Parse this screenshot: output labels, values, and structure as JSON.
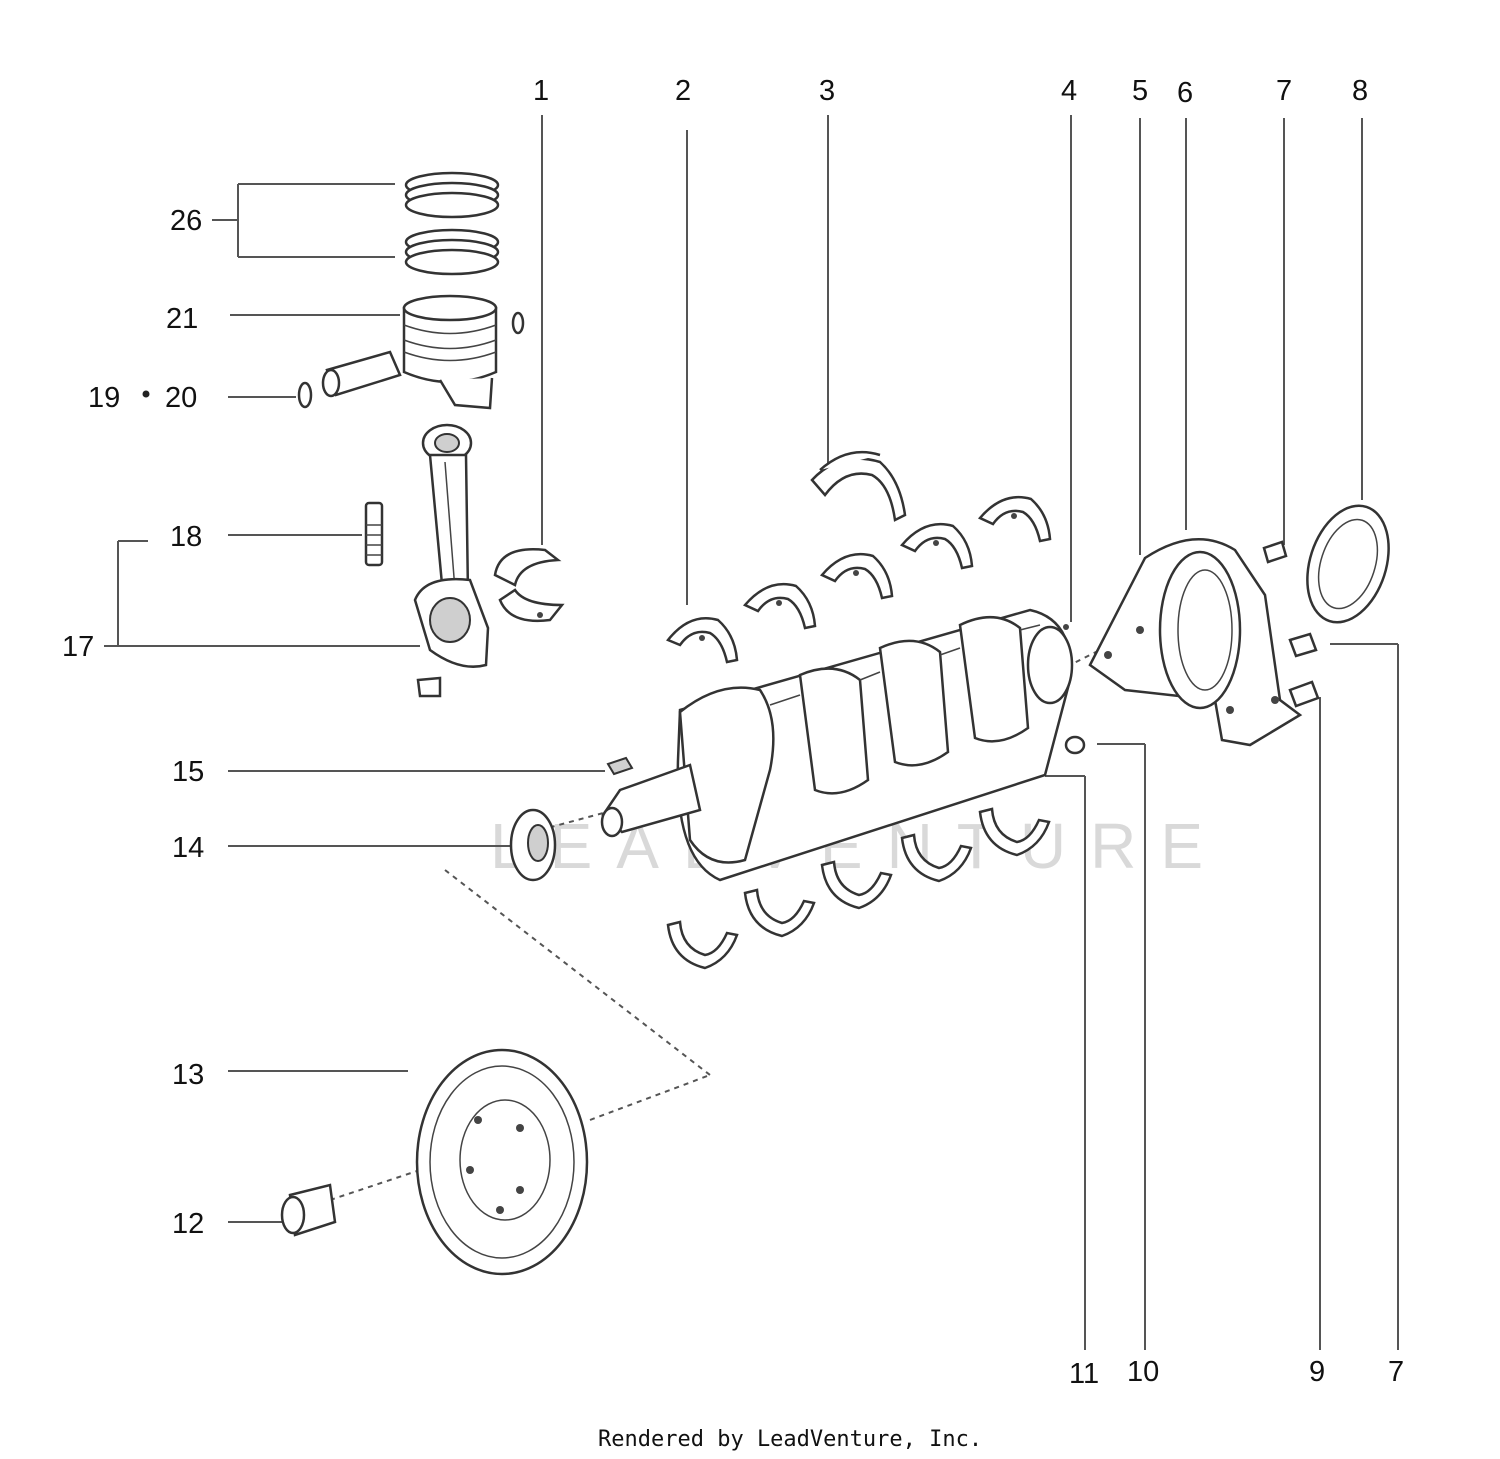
{
  "diagram": {
    "callouts": {
      "c1": "1",
      "c2": "2",
      "c3": "3",
      "c4": "4",
      "c5": "5",
      "c6": "6",
      "c7a": "7",
      "c8": "8",
      "c26": "26",
      "c21": "21",
      "c19": "19",
      "c20": "20",
      "c18": "18",
      "c17": "17",
      "c15": "15",
      "c14": "14",
      "c13": "13",
      "c12": "12",
      "c11": "11",
      "c10": "10",
      "c9": "9",
      "c7b": "7"
    },
    "watermark": "LEADVENTURE",
    "footer": "Rendered by LeadVenture, Inc."
  }
}
